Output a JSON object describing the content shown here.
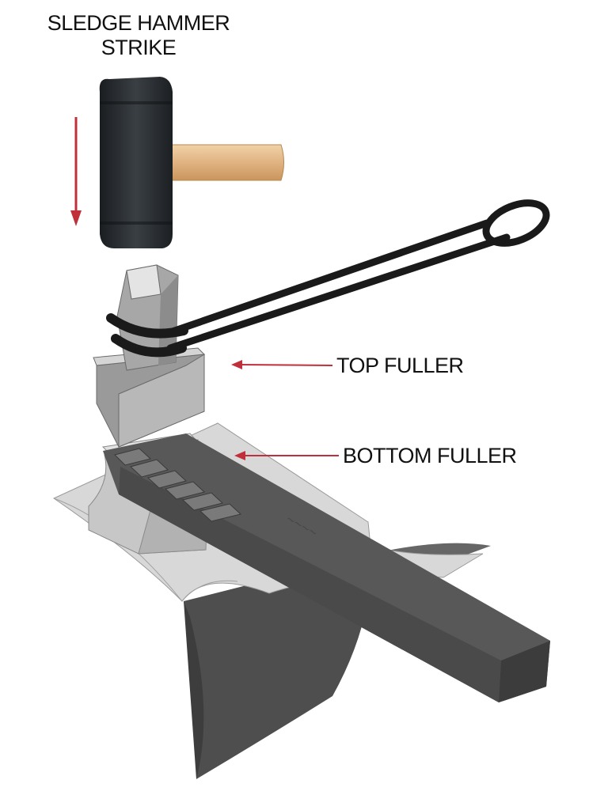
{
  "labels": {
    "title_line1": "SLEDGE HAMMER",
    "title_line2": "STRIKE",
    "top_fuller": "TOP FULLER",
    "bottom_fuller": "BOTTOM FULLER"
  },
  "icons": {
    "hammer": "sledge-hammer-icon",
    "arrow": "arrow-down-icon"
  },
  "colors": {
    "arrow": "#c0303b",
    "hammer_head": "#22262a",
    "handle": "#e2b98a",
    "metal_light": "#cfcfcf",
    "metal_dark": "#4a4a4a",
    "anvil": "#555555"
  }
}
